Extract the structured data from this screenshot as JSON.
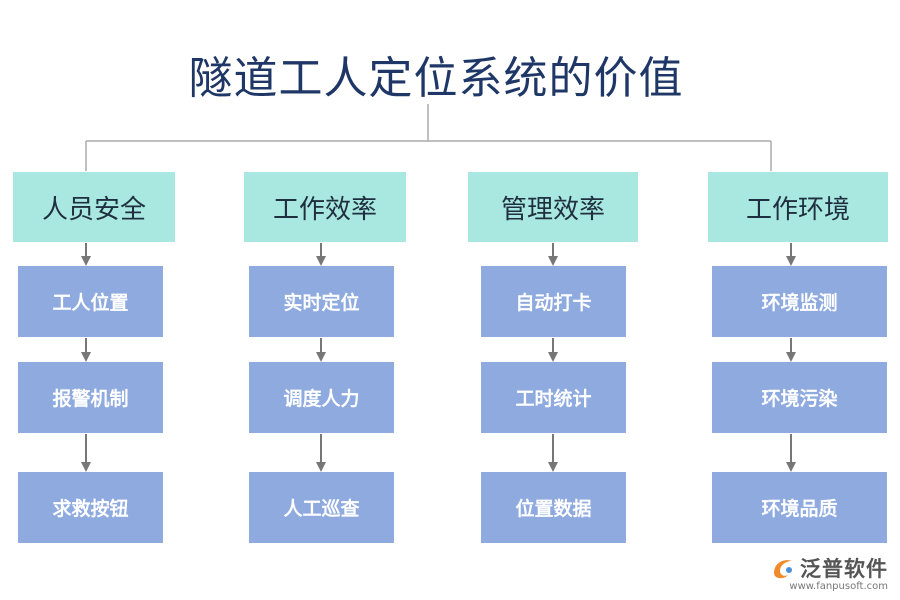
{
  "title": "隧道工人定位系统的价值",
  "columns": [
    {
      "heading": "人员安全",
      "items": [
        "工人位置",
        "报警机制",
        "求救按钮"
      ]
    },
    {
      "heading": "工作效率",
      "items": [
        "实时定位",
        "调度人力",
        "人工巡查"
      ]
    },
    {
      "heading": "管理效率",
      "items": [
        "自动打卡",
        "工时统计",
        "位置数据"
      ]
    },
    {
      "heading": "工作环境",
      "items": [
        "环境监测",
        "环境污染",
        "环境品质"
      ]
    }
  ],
  "logo": {
    "name": "泛普软件",
    "url": "www.fanpusoft.com"
  },
  "colors": {
    "title": "#1f3766",
    "category_fill": "#a8e8e0",
    "item_fill": "#8eaadf",
    "line": "#999999",
    "arrow": "#777777"
  }
}
